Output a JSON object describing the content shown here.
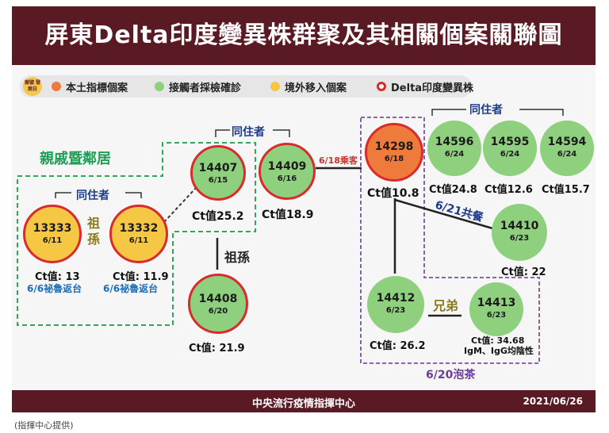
{
  "title": "屏東Delta印度變異株群聚及其相關個案關聯圖",
  "legend": {
    "badge": "案號 發病日",
    "items": [
      {
        "label": "本土指標個案",
        "color": "#ee7a3c"
      },
      {
        "label": "接觸者採檢確診",
        "color": "#8fd07f"
      },
      {
        "label": "境外移入個案",
        "color": "#f6c744"
      },
      {
        "label": "Delta印度變異株",
        "color": "#d92b2b"
      }
    ]
  },
  "groups": {
    "relatives": "親戚暨鄰居",
    "cohab_left": "同住者",
    "cohab_mid": "同住者",
    "cohab_right": "同住者",
    "grandparent_pair": "祖孫",
    "grandparent_vertical": "祖孫",
    "flight": "6/18乘客",
    "meal": "6/21共餐",
    "siblings": "兄弟",
    "tea": "6/20泡茶"
  },
  "cases": {
    "c13333": {
      "id": "13333",
      "date": "6/11",
      "ct": "Ct值: 13",
      "note": "6/6祕魯返台"
    },
    "c13332": {
      "id": "13332",
      "date": "6/11",
      "ct": "Ct值: 11.9",
      "note": "6/6祕魯返台"
    },
    "c14407": {
      "id": "14407",
      "date": "6/15",
      "ct": "Ct值25.2"
    },
    "c14409": {
      "id": "14409",
      "date": "6/16",
      "ct": "Ct值18.9"
    },
    "c14408": {
      "id": "14408",
      "date": "6/20",
      "ct": "Ct值: 21.9"
    },
    "c14298": {
      "id": "14298",
      "date": "6/18",
      "ct": "Ct值10.8"
    },
    "c14596": {
      "id": "14596",
      "date": "6/24",
      "ct": "Ct值24.8"
    },
    "c14595": {
      "id": "14595",
      "date": "6/24",
      "ct": "Ct值12.6"
    },
    "c14594": {
      "id": "14594",
      "date": "6/24",
      "ct": "Ct值15.7"
    },
    "c14410": {
      "id": "14410",
      "date": "6/23",
      "ct": "Ct值: 22"
    },
    "c14412": {
      "id": "14412",
      "date": "6/23",
      "ct": "Ct值: 26.2"
    },
    "c14413": {
      "id": "14413",
      "date": "6/23",
      "ct": "Ct值: 34.68",
      "note": "IgM、IgG均陰性"
    }
  },
  "footer": {
    "center": "中央流行疫情指揮中心",
    "date": "2021/06/26"
  },
  "source": "(指揮中心提供)"
}
